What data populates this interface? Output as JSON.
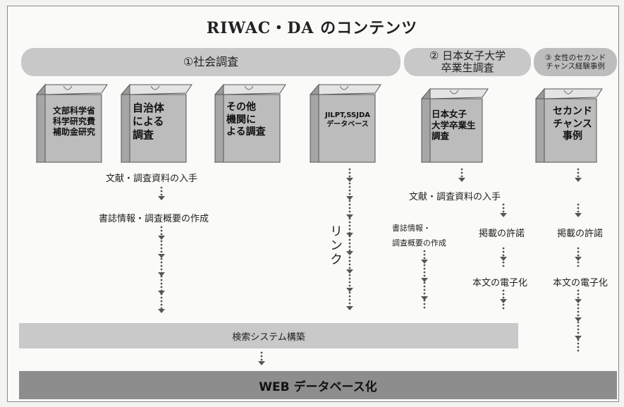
{
  "title": "RIWAC・DA のコンテンツ",
  "categories": [
    {
      "label": "①社会調査"
    },
    {
      "label": "② 日本女子大学\n卒業生調査"
    },
    {
      "label": "③ 女性のセカンド\nチャンス経験事例"
    }
  ],
  "boxes": [
    {
      "label": "文部科学省\n科学研究費\n補助金研究"
    },
    {
      "label": "自治体\nによる\n調査"
    },
    {
      "label": "その他\n機関に\nよる調査"
    },
    {
      "label": "JILPT,SSJDA\nデータベース"
    },
    {
      "label": "日本女子\n大学卒業生\n調査"
    },
    {
      "label": "セカンド\nチャンス\n事例"
    }
  ],
  "steps": {
    "acquire_left": "文献・調査資料の入手",
    "bib_left": "書誌情報・調査概要の作成",
    "link": "リンク",
    "acquire_right": "文献・調査資料の入手",
    "bib_right": "書誌情報・\n調査概要の作成",
    "permission_2": "掲載の許諾",
    "digitize_2": "本文の電子化",
    "permission_3": "掲載の許諾",
    "digitize_3": "本文の電子化"
  },
  "bars": {
    "search_system": "検索システム構築",
    "web_db": "WEB データベース化"
  }
}
